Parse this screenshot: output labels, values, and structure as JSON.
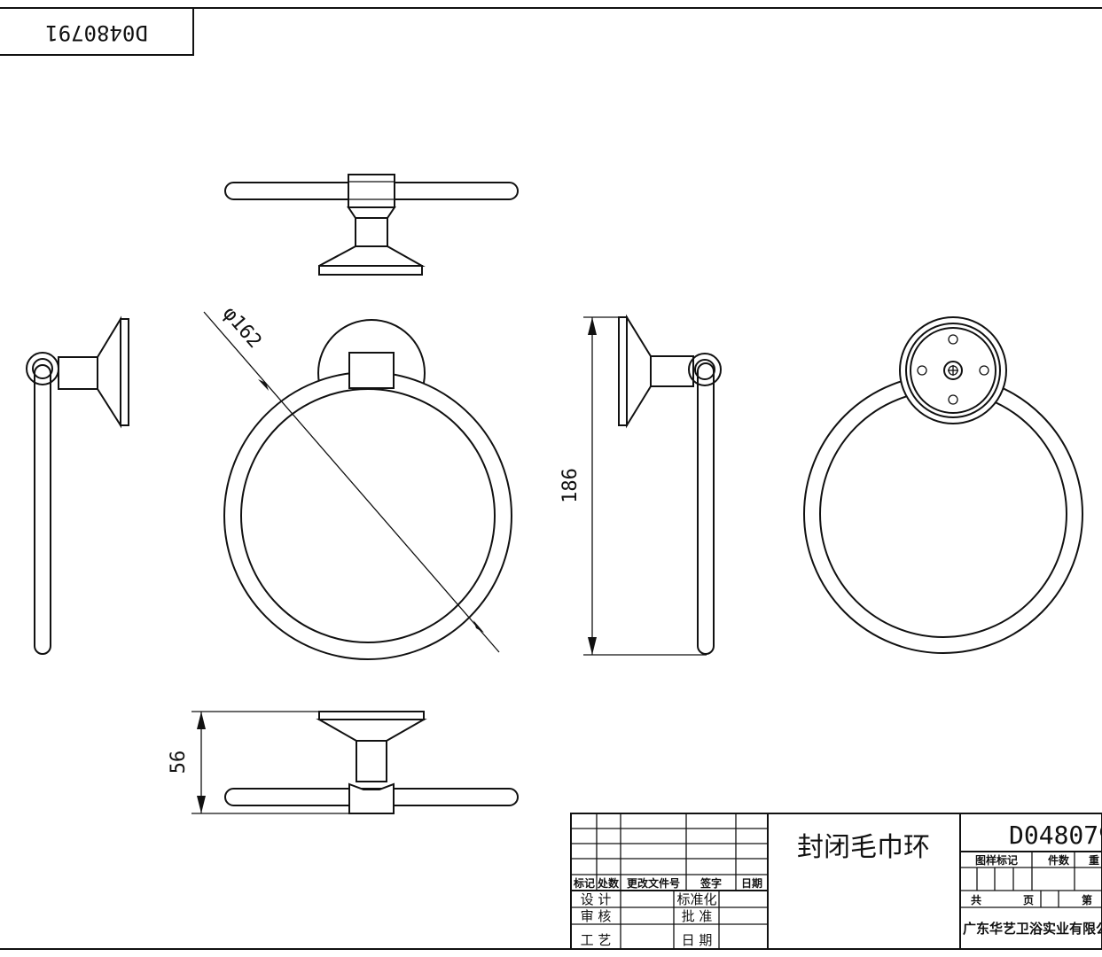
{
  "drawing_number": "D0480791",
  "drawing_number_visible": "D048079",
  "part_name": "封闭毛巾环",
  "dimensions": {
    "diameter": "φ162",
    "height": "186",
    "depth": "56"
  },
  "title_block": {
    "revision_headers": [
      "标记",
      "处数",
      "更改文件号",
      "签字",
      "日期"
    ],
    "sign_left": [
      "设 计",
      "审 核",
      "工 艺"
    ],
    "sign_right": [
      "标准化",
      "批 准",
      "日 期"
    ],
    "info_headers": [
      "图样标记",
      "件数",
      "重"
    ],
    "sheet_total": "共",
    "sheet_page": "页",
    "sheet_no": "第",
    "company": "广东华艺卫浴实业有限公司"
  }
}
